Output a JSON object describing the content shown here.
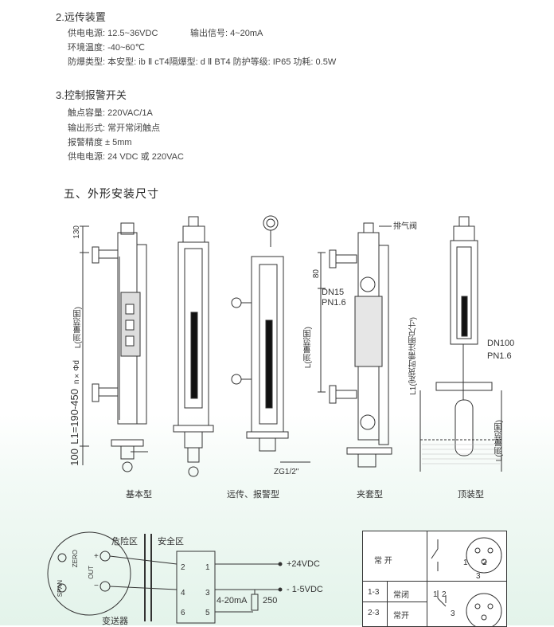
{
  "remote": {
    "title": "2.远传装置",
    "power": "供电电源: 12.5~36VDC",
    "signal": "输出信号: 4~20mA",
    "temp": "环境温度: -40~60℃",
    "explosion": "防爆类型: 本安型:  ib Ⅱ cT4隔爆型:  d Ⅱ BT4  防护等级: IP65   功耗: 0.5W"
  },
  "alarm": {
    "title": "3.控制报警开关",
    "capacity": "触点容量: 220VAC/1A",
    "output": "输出形式:  常开常闭触点",
    "accuracy": "报警精度 ± 5mm",
    "power": "供电电源: 24 VDC  或  220VAC"
  },
  "dims": {
    "title": "五、外形安装尺寸",
    "labels": {
      "d130": "130",
      "lrange": "L(测量范围)",
      "nxd": "n×Φd",
      "l1": "L1=190-450",
      "d100": "100",
      "zg": "ZG1/2\"",
      "vent": "排气阀",
      "d80": "80",
      "dn15": "DN15",
      "pn16a": "PN1.6",
      "lrange2": "L(测量范围)",
      "l1note": "L1(定货时需注明尺寸)",
      "dn100": "DN100",
      "pn16b": "PN1.6",
      "lrange3": "L(测量范围)"
    },
    "captions": [
      "基本型",
      "远传、报警型",
      "夹套型",
      "顶装型"
    ]
  },
  "wiring": {
    "danger": "危险区",
    "safe": "安全区",
    "span": "SPAN",
    "zero": "ZERO",
    "plus": "+",
    "out": "OUT",
    "minus": "−",
    "t2": "2",
    "t1": "1",
    "t4": "4",
    "t3": "3",
    "t6": "6",
    "t5": "5",
    "v24": "+24VDC",
    "v15": "- 1-5VDC",
    "ma": "4-20mA",
    "r250": "250",
    "transmitter": "变送器"
  },
  "switch_table": {
    "no": "常  开",
    "r13": "1-3",
    "nc": "常闭",
    "r23": "2-3",
    "no2": "常开",
    "p1": "1",
    "p2": "2",
    "p3": "3",
    "q1": "1",
    "q2": "2",
    "q3": "3"
  },
  "colors": {
    "line": "#333333",
    "accent": "#d9534f",
    "green_bg": "#e3f3ea"
  }
}
